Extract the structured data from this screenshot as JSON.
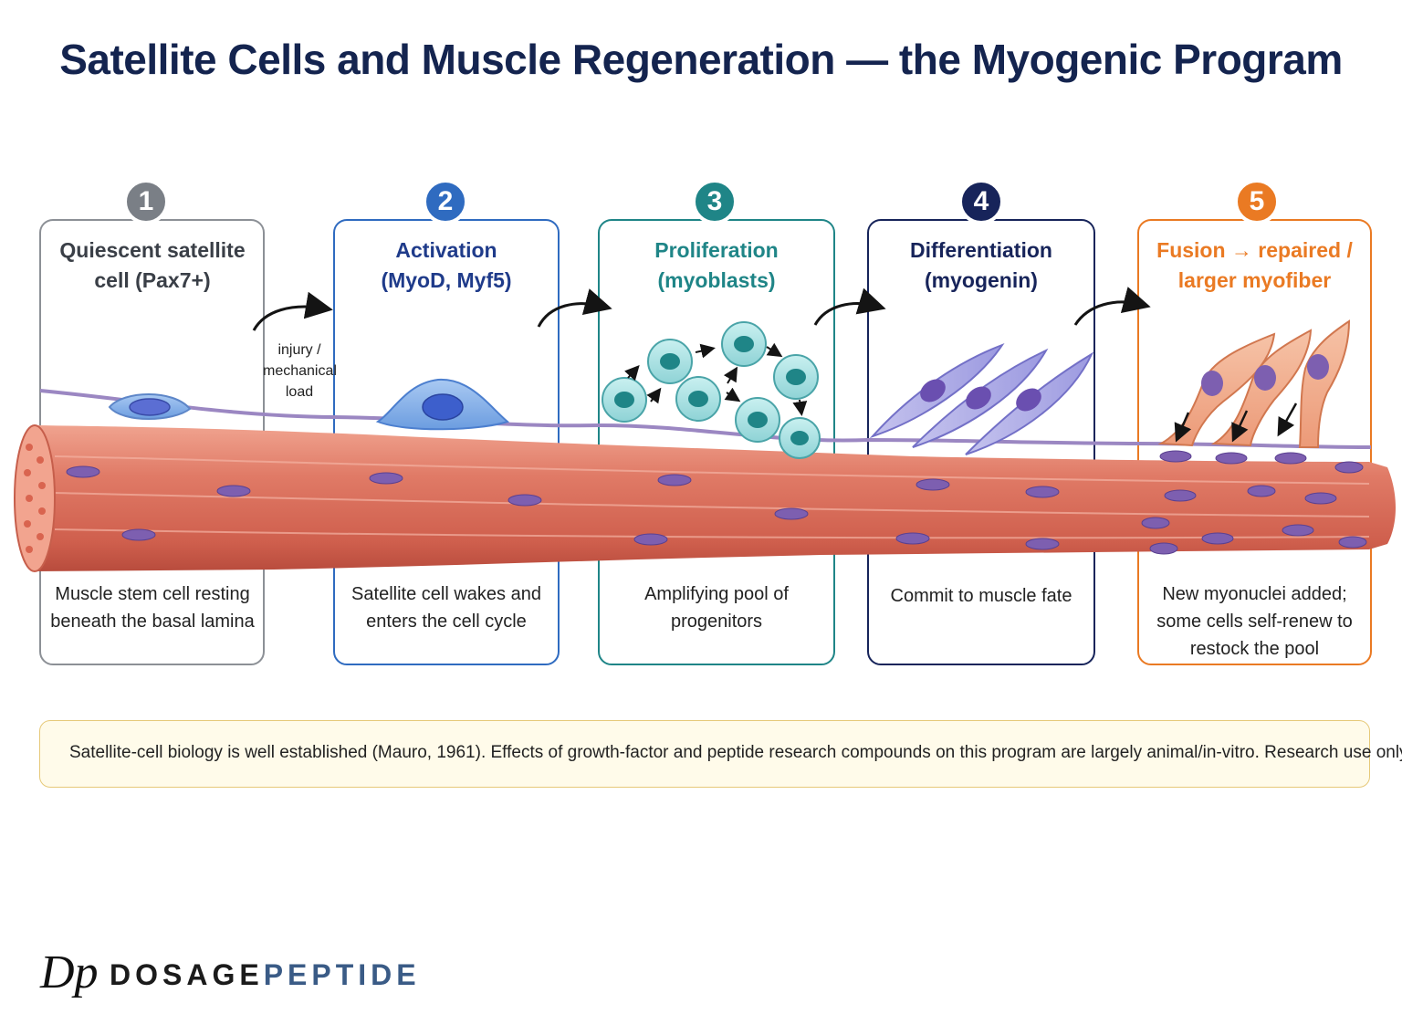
{
  "title": "Satellite Cells and Muscle Regeneration — the Myogenic Program",
  "colors": {
    "navy": "#14244f",
    "step1": "#7a7f86",
    "step2": "#2f6bc0",
    "step3": "#1f8587",
    "step4": "#17245a",
    "step5": "#ea7a23",
    "fiber": "#e07a66",
    "nucleus": "#7d5fb0"
  },
  "steps": [
    {
      "number": "1",
      "title_l1": "Quiescent satellite",
      "title_l2": "cell (Pax7+)",
      "caption_l1": "Muscle stem cell resting",
      "caption_l2": "beneath the basal lamina",
      "caption_l3": ""
    },
    {
      "number": "2",
      "title_l1": "Activation",
      "title_l2": "(MyoD, Myf5)",
      "caption_l1": "Satellite cell wakes and",
      "caption_l2": "enters the cell cycle",
      "caption_l3": ""
    },
    {
      "number": "3",
      "title_l1": "Proliferation",
      "title_l2": "(myoblasts)",
      "caption_l1": "Amplifying pool of",
      "caption_l2": "progenitors",
      "caption_l3": ""
    },
    {
      "number": "4",
      "title_l1": "Differentiation",
      "title_l2": "(myogenin)",
      "caption_l1": "Commit to muscle fate",
      "caption_l2": "",
      "caption_l3": ""
    },
    {
      "number": "5",
      "title_l1": "Fusion → repaired /",
      "title_l2": "larger myofiber",
      "caption_l1": "New myonuclei added;",
      "caption_l2": "some cells self-renew to",
      "caption_l3": "restock the pool"
    }
  ],
  "trigger": {
    "l1": "injury /",
    "l2": "mechanical",
    "l3": "load"
  },
  "footnote": "Satellite-cell biology is well established (Mauro, 1961). Effects of growth-factor and peptide research compounds on this program are largely animal/in-vitro. Research use only.",
  "brand": {
    "mark": "Dp",
    "part1": "DOSAGE",
    "part2": "PEPTIDE"
  }
}
